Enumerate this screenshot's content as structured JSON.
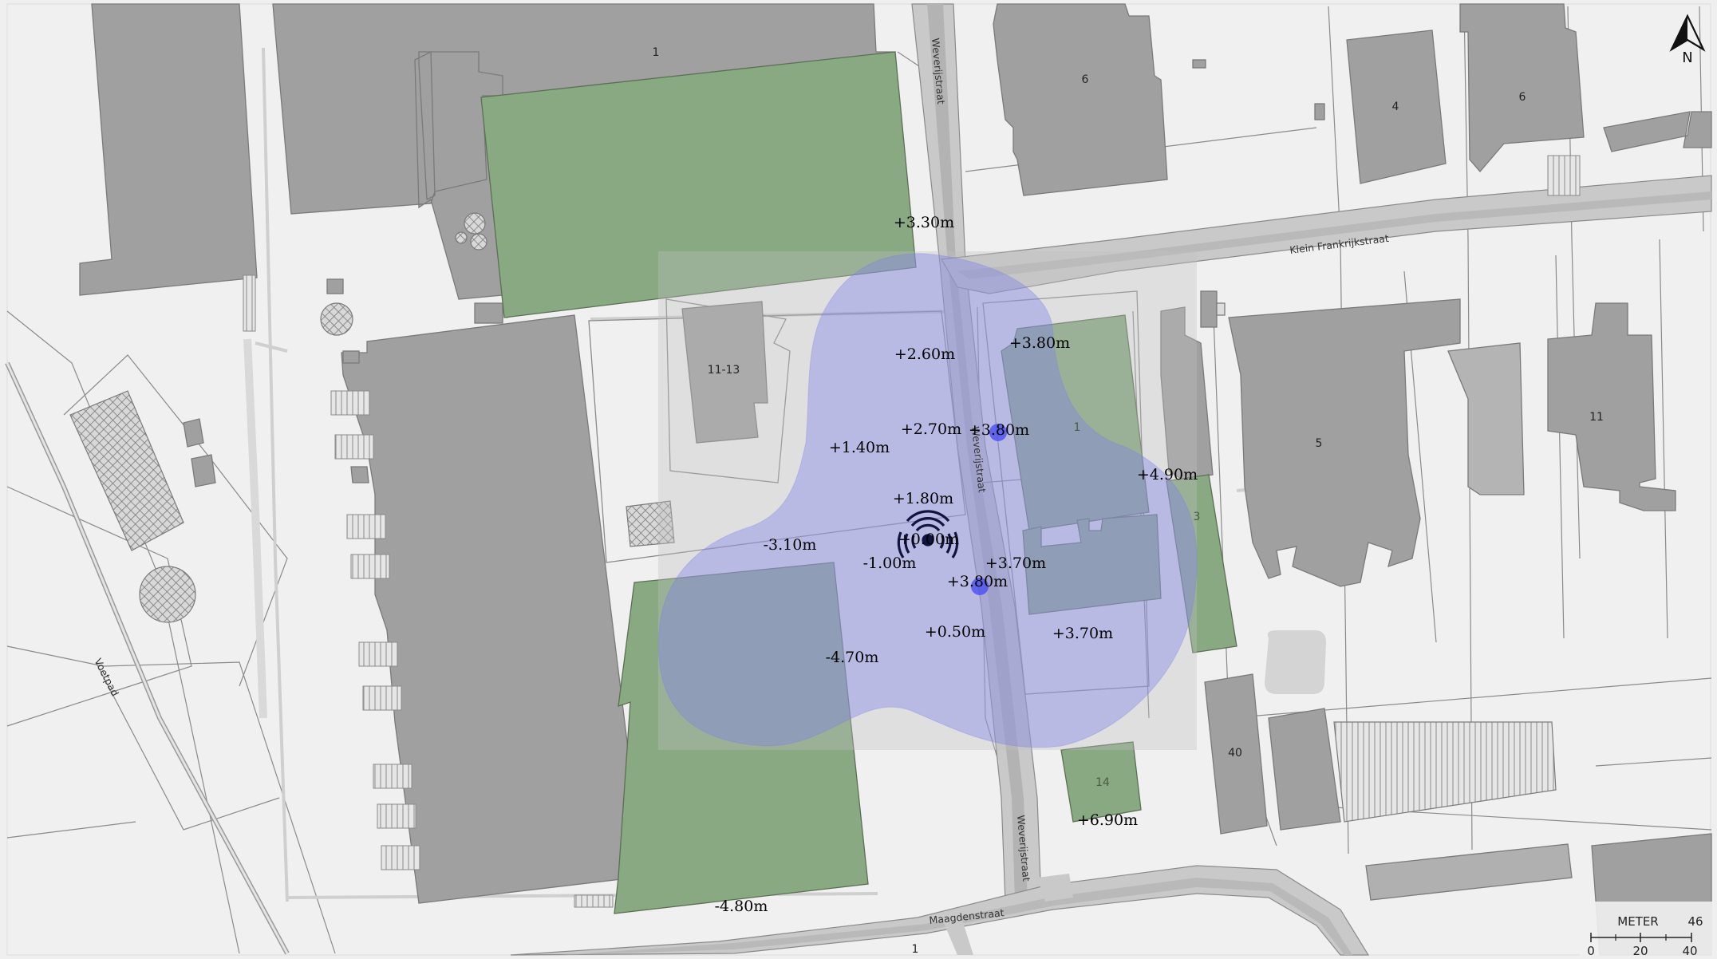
{
  "north_arrow": {
    "label": "N"
  },
  "buildings": [
    {
      "id": "b1-top",
      "label": "1"
    },
    {
      "id": "b6-a",
      "label": "6"
    },
    {
      "id": "b4",
      "label": "4"
    },
    {
      "id": "b6-b",
      "label": "6"
    },
    {
      "id": "b11-13",
      "label": "11-13"
    },
    {
      "id": "b1-green",
      "label": "1"
    },
    {
      "id": "b5",
      "label": "5"
    },
    {
      "id": "b11",
      "label": "11"
    },
    {
      "id": "b3",
      "label": "3"
    },
    {
      "id": "b40",
      "label": "40"
    },
    {
      "id": "b14",
      "label": "14"
    },
    {
      "id": "b1-bottom",
      "label": "1"
    }
  ],
  "streets": [
    {
      "id": "weverijstraat-top",
      "name": "Weverijstraat"
    },
    {
      "id": "weverijstraat-mid",
      "name": "Weverijstraat"
    },
    {
      "id": "weverijstraat-bottom",
      "name": "Weverijstraat"
    },
    {
      "id": "klein-frankrijkstraat",
      "name": "Klein Frankrijkstraat"
    },
    {
      "id": "maagdenstraat",
      "name": "Maagdenstraat"
    },
    {
      "id": "voetpad",
      "name": "Voetpad"
    }
  ],
  "elevations": [
    "+3.30m",
    "+2.60m",
    "+3.80m",
    "+2.70m",
    "+3.80m",
    "+1.40m",
    "+4.90m",
    "+1.80m",
    "-3.10m",
    "+0.00m",
    "-1.00m",
    "+3.70m",
    "+3.80m",
    "+0.50m",
    "+3.70m",
    "-4.70m",
    "+6.90m",
    "-4.80m"
  ],
  "coverage": {
    "fill_color": "#7b7fea",
    "marker_color": "#4a4ff0"
  },
  "scale_bar": {
    "unit": "METER",
    "max_label": "46",
    "ticks": [
      "0",
      "20",
      "40"
    ]
  },
  "colors": {
    "background": "#efefef",
    "building": "#a0a0a0",
    "green": "#88a982",
    "road": "#cfcfcf"
  }
}
